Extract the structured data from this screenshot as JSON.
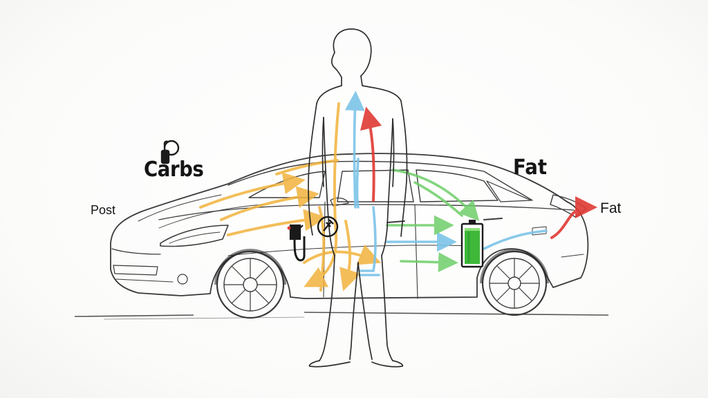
{
  "labels": {
    "carbs": "Carbs",
    "fat_main": "Fat",
    "fat_out": "Fat",
    "post": "Post"
  },
  "icons": {
    "key": "key-icon",
    "fuel_pump": "fuel-pump-icon",
    "plug": "plug-icon",
    "battery": "battery-icon"
  },
  "colors": {
    "sketch": "#3a3a3a",
    "carbs_arrow": "#f2b33d",
    "protein_arrow": "#7cc4e8",
    "fat_arrow_red": "#e03a34",
    "fat_arrow_green": "#6fcf6a",
    "battery_fill": "#3fb83a"
  }
}
